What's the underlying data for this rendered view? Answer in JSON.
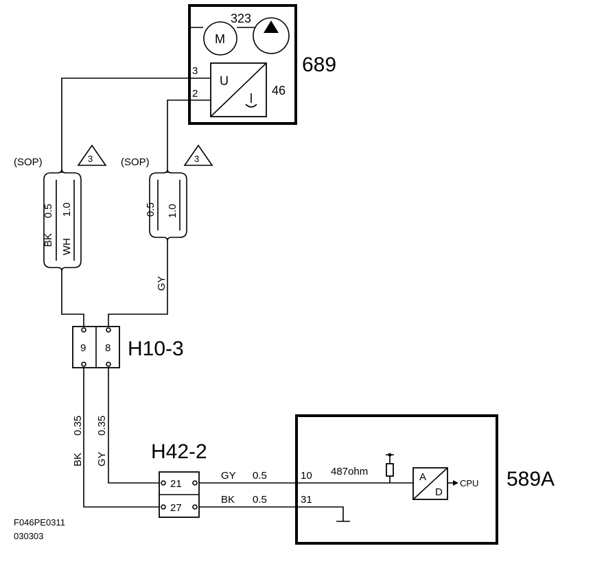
{
  "components": {
    "ecu_689": {
      "id": "689",
      "motor_symbol": "M",
      "pump_id": "323",
      "sensor_id": "46",
      "sensor_symbol_u": "U",
      "pin_3": "3",
      "pin_2": "2"
    },
    "module_589a": {
      "id": "589A",
      "resistor_label": "487ohm",
      "adc_a": "A",
      "adc_d": "D",
      "cpu_label": "CPU",
      "pin_10": "10",
      "pin_31": "31"
    }
  },
  "connectors": {
    "h10_3": {
      "id": "H10-3",
      "pins": [
        "9",
        "8"
      ]
    },
    "h42_2": {
      "id": "H42-2",
      "pins": [
        "21",
        "27"
      ]
    }
  },
  "harness_labels": {
    "sop_left": "(SOP)",
    "sop_right": "(SOP)",
    "triangle_left": "3",
    "triangle_right": "3",
    "left_bundle": {
      "size_a": "0.5",
      "size_b": "1.0",
      "color_a": "BK",
      "color_b": "WH"
    },
    "right_bundle": {
      "size_a": "0.5",
      "size_b": "1.0"
    },
    "gy_vertical": "GY",
    "bk_035": {
      "color": "BK",
      "size": "0.35"
    },
    "gy_035": {
      "color": "GY",
      "size": "0.35"
    },
    "gy_05": {
      "color": "GY",
      "size": "0.5"
    },
    "bk_05": {
      "color": "BK",
      "size": "0.5"
    }
  },
  "footer": {
    "code": "F046PE0311",
    "date": "030303"
  }
}
